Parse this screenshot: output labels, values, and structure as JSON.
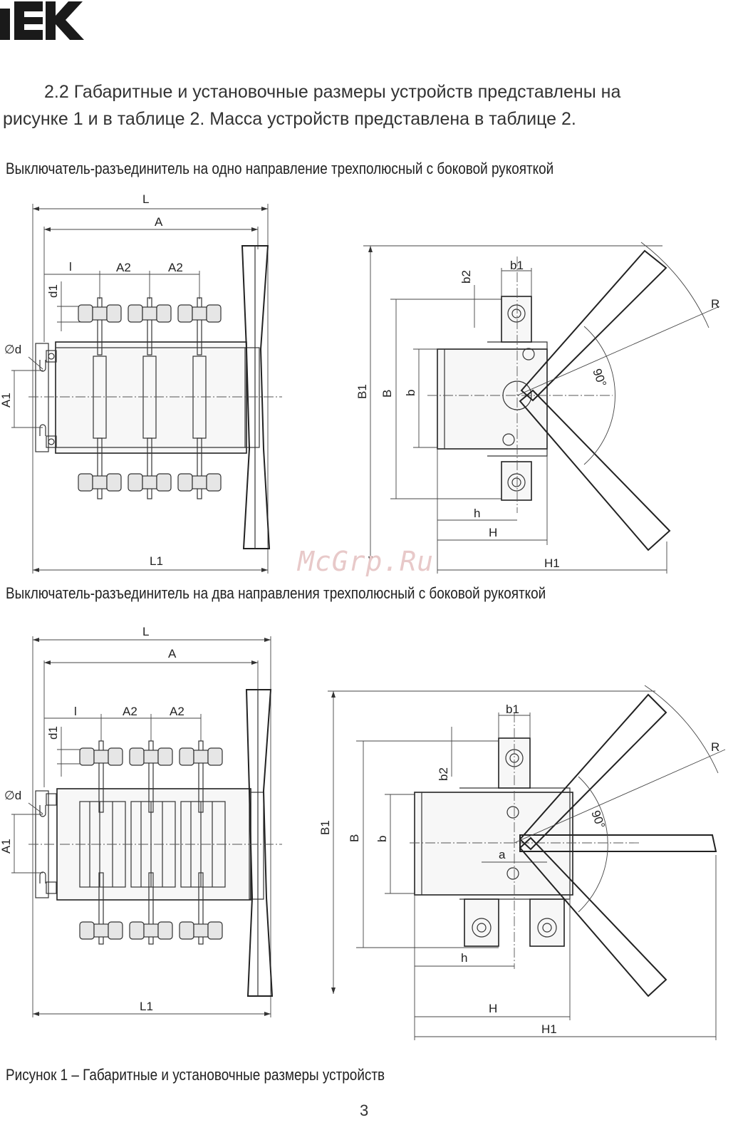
{
  "logo": {
    "text": "IEK"
  },
  "intro": {
    "line1": "2.2 Габаритные и установочные размеры устройств представлены на",
    "line2": "рисунке 1 и в таблице 2. Масса устройств представлена в таблице 2."
  },
  "figure1": {
    "heading": "Выключатель-разъединитель на одно направление трехполюсный с боковой рукояткой",
    "labels": {
      "L": "L",
      "A": "A",
      "l": "l",
      "A2a": "A2",
      "A2b": "A2",
      "d1": "d1",
      "d": "∅d",
      "A1": "A1",
      "L1": "L1",
      "B1": "B1",
      "B": "B",
      "b": "b",
      "b1": "b1",
      "b2": "b2",
      "h": "h",
      "H": "H",
      "H1": "H1",
      "R": "R",
      "angle": "90°"
    }
  },
  "figure2": {
    "heading": "Выключатель-разъединитель на два направления трехполюсный с боковой рукояткой",
    "labels": {
      "L": "L",
      "A": "A",
      "l": "l",
      "A2a": "A2",
      "A2b": "A2",
      "d1": "d1",
      "d": "∅d",
      "A1": "A1",
      "L1": "L1",
      "B1": "B1",
      "B": "B",
      "b": "b",
      "b1": "b1",
      "b2": "b2",
      "a": "a",
      "h": "h",
      "H": "H",
      "H1": "H1",
      "R": "R",
      "angle": "90°"
    }
  },
  "watermark": "McGrp.Ru",
  "caption": "Рисунок 1 – Габаритные и установочные размеры устройств",
  "page_number": "3"
}
